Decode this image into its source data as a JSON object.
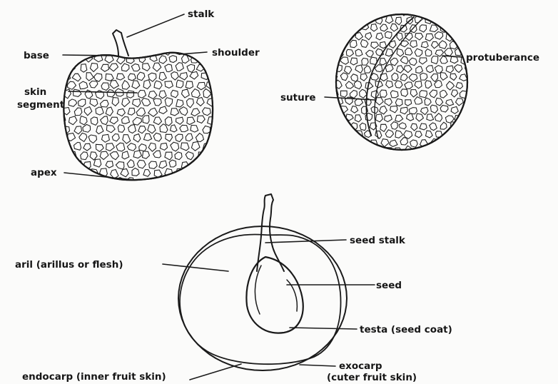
{
  "labels": {
    "stalk": "stalk",
    "base": "base",
    "shoulder": "shoulder",
    "skin_line1": "skin",
    "skin_line2": "segment",
    "apex": "apex",
    "protuberance": "protuberance",
    "suture": "suture",
    "aril": "aril (arillus or flesh)",
    "seed_stalk": "seed stalk",
    "seed": "seed",
    "testa": "testa (seed coat)",
    "endocarp": "endocarp (inner fruit skin)",
    "exocarp_line1": "exocarp",
    "exocarp_line2": "(cuter fruit skin)"
  }
}
